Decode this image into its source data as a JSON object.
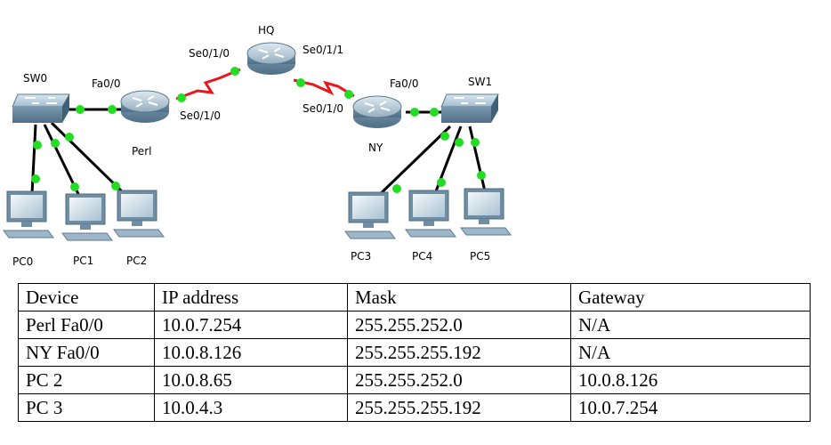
{
  "colors": {
    "ethernet": "#000000",
    "serial": "#e8171c",
    "link_dot": "#22dd22"
  },
  "devices": {
    "hq": "HQ",
    "perl": "Perl",
    "ny": "NY",
    "sw0": "SW0",
    "sw1": "SW1",
    "pc0": "PC0",
    "pc1": "PC1",
    "pc2": "PC2",
    "pc3": "PC3",
    "pc4": "PC4",
    "pc5": "PC5"
  },
  "interfaces": {
    "hq_se010": "Se0/1/0",
    "hq_se011": "Se0/1/1",
    "perl_fa00": "Fa0/0",
    "perl_se010": "Se0/1/0",
    "ny_se010": "Se0/1/0",
    "ny_fa00": "Fa0/0"
  },
  "table": {
    "headers": [
      "Device",
      "IP address",
      "Mask",
      "Gateway"
    ],
    "rows": [
      [
        "Perl Fa0/0",
        "10.0.7.254",
        "255.255.252.0",
        "N/A"
      ],
      [
        "NY Fa0/0",
        "10.0.8.126",
        "255.255.255.192",
        "N/A"
      ],
      [
        "PC 2",
        "10.0.8.65",
        "255.255.252.0",
        "10.0.8.126"
      ],
      [
        "PC 3",
        "10.0.4.3",
        "255.255.255.192",
        "10.0.7.254"
      ]
    ]
  }
}
